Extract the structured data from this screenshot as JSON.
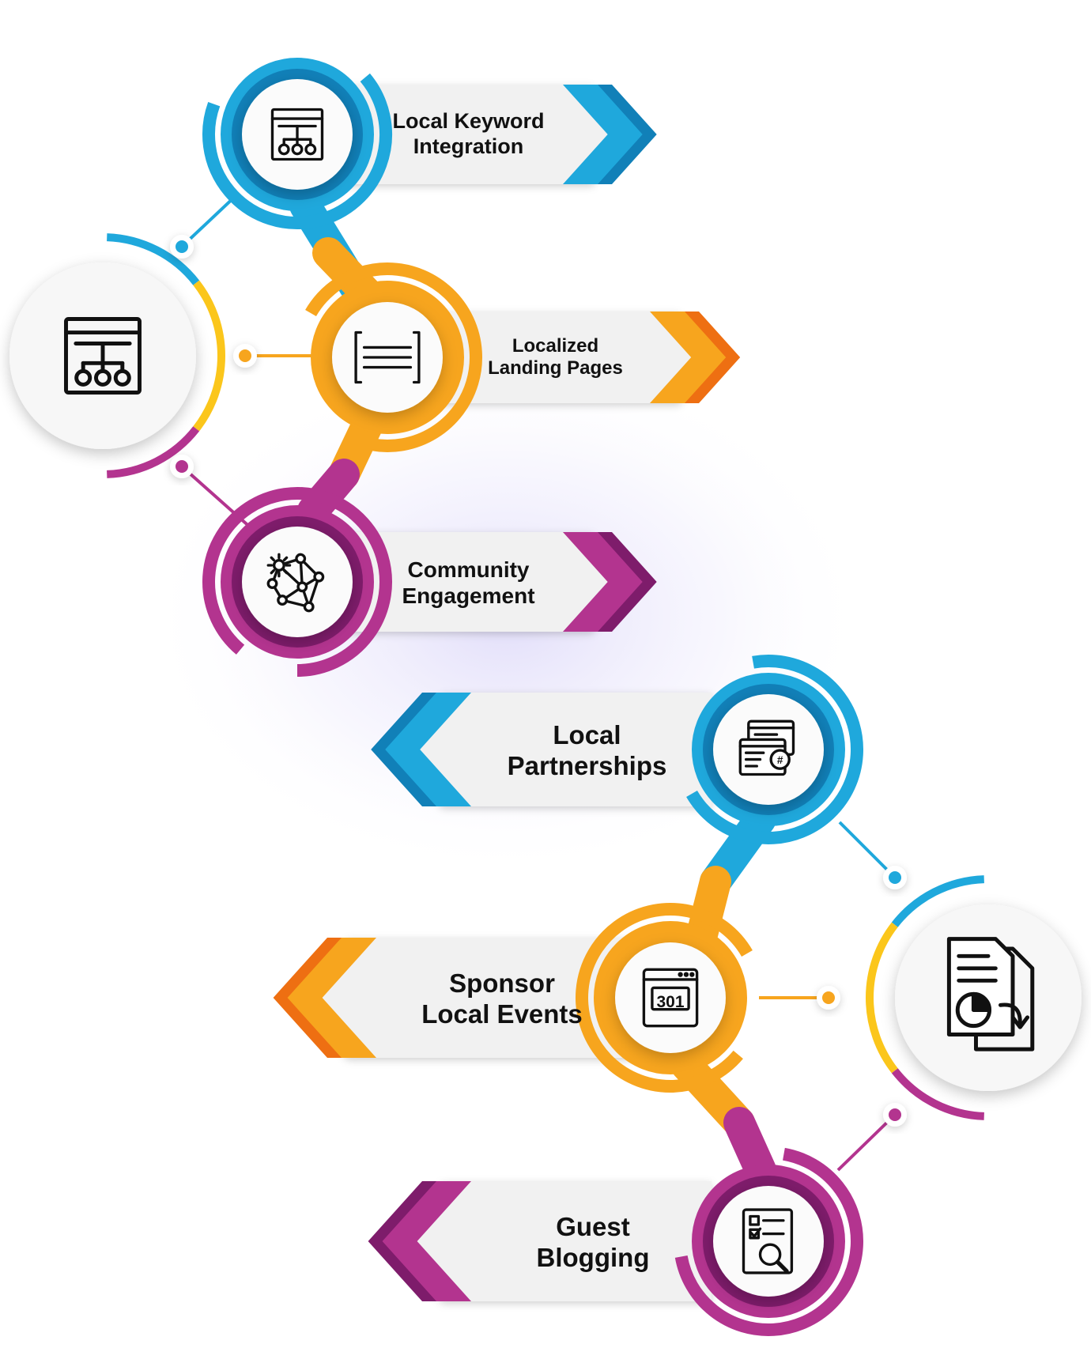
{
  "colors": {
    "blue": "#1fa8dc",
    "blue_dark": "#1180b8",
    "orange": "#f7a51e",
    "orange_dark": "#ee6f12",
    "yellow": "#fbc61b",
    "purple": "#b3348f",
    "purple_dark": "#7e1c6b",
    "banner": "#f1f1f1",
    "text": "#111111"
  },
  "groups": [
    {
      "hub_icon": "sitemap-icon",
      "steps": [
        {
          "line1": "Local Keyword",
          "line2": "Integration",
          "icon": "sitemap-icon",
          "color": "blue"
        },
        {
          "line1": "Localized",
          "line2": "Landing Pages",
          "icon": "bracket-lines-icon",
          "color": "orange"
        },
        {
          "line1": "Community",
          "line2": "Engagement",
          "icon": "network-icon",
          "color": "purple"
        }
      ]
    },
    {
      "hub_icon": "report-chart-icon",
      "steps": [
        {
          "line1": "Local",
          "line2": "Partnerships",
          "icon": "hashtag-chat-icon",
          "color": "blue"
        },
        {
          "line1": "Sponsor",
          "line2": "Local Events",
          "icon": "redirect-301-icon",
          "color": "orange",
          "icon_text": "301"
        },
        {
          "line1": "Guest",
          "line2": "Blogging",
          "icon": "checklist-search-icon",
          "color": "purple"
        }
      ]
    }
  ]
}
